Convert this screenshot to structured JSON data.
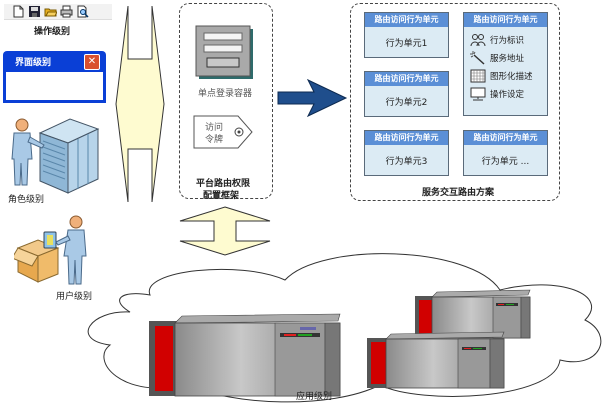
{
  "left_panel": {
    "toolbar_icons": [
      "new-file-icon",
      "save-icon",
      "open-folder-icon",
      "print-icon",
      "print-preview-icon"
    ],
    "operation_level": "操作级别",
    "window_title": "界面级别",
    "role_level": "角色级别",
    "user_level": "用户级别"
  },
  "sso_frame": {
    "container_label": "单点登录容器",
    "token_label_line1": "访问",
    "token_label_line2": "令牌",
    "frame_title_line1": "平台路由权限",
    "frame_title_line2": "配置框架"
  },
  "routing_scheme": {
    "title": "服务交互路由方案",
    "units": [
      {
        "header": "路由访问行为单元",
        "body": "行为单元1"
      },
      {
        "header": "路由访问行为单元",
        "body": "行为单元2"
      },
      {
        "header": "路由访问行为单元",
        "body": "行为单元3"
      },
      {
        "header": "路由访问行为单元",
        "body": "行为单元 ..."
      }
    ],
    "detail_unit": {
      "header": "路由访问行为单元",
      "features": [
        {
          "icon": "users-icon",
          "label": "行为标识"
        },
        {
          "icon": "magic-wand-icon",
          "label": "服务地址"
        },
        {
          "icon": "grid-calendar-icon",
          "label": "图形化描述"
        },
        {
          "icon": "computer-network-icon",
          "label": "操作设定"
        }
      ]
    }
  },
  "application": {
    "label": "应用级别"
  },
  "colors": {
    "unit_header": "#5b8fd6",
    "unit_body": "#dcebf4",
    "arrow_fill": "#fefbd0",
    "blue_arrow": "#1f4e8c",
    "window_blue": "#0a3fd6",
    "server_red": "#d10000"
  }
}
